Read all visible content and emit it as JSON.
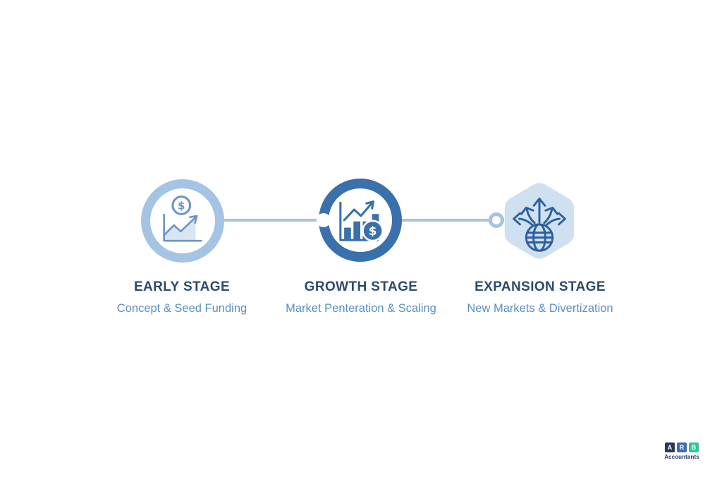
{
  "diagram": {
    "stages": [
      {
        "title": "EARLY STAGE",
        "subtitle": "Concept & Seed Funding",
        "icon": "growth-line-chart-coin"
      },
      {
        "title": "GROWTH STAGE",
        "subtitle": "Market Penteration & Scaling",
        "icon": "bar-chart-coin"
      },
      {
        "title": "EXPANSION STAGE",
        "subtitle": "New Markets & Divertization",
        "icon": "globe-expansion-arrows"
      }
    ]
  },
  "logo": {
    "letters": [
      "A",
      "R",
      "B"
    ],
    "caption": "Accountants"
  },
  "colors": {
    "stage_title": "#2c4a6b",
    "stage_subtitle": "#5d8ec7",
    "ring_light": "#a5c3e3",
    "ring_dark": "#3a70ab",
    "hex_fill": "#cfe0f0",
    "connector": "#a5c3e3",
    "icon_light_stroke": "#6b94c9",
    "icon_area_fill": "#d9e5f3",
    "icon_dark": "#3a70ab",
    "icon_hex_stroke": "#2d5f9e",
    "logo_a": "#27395f",
    "logo_r": "#3f6db3",
    "logo_b": "#35c39c",
    "logo_caption": "#27395f"
  }
}
